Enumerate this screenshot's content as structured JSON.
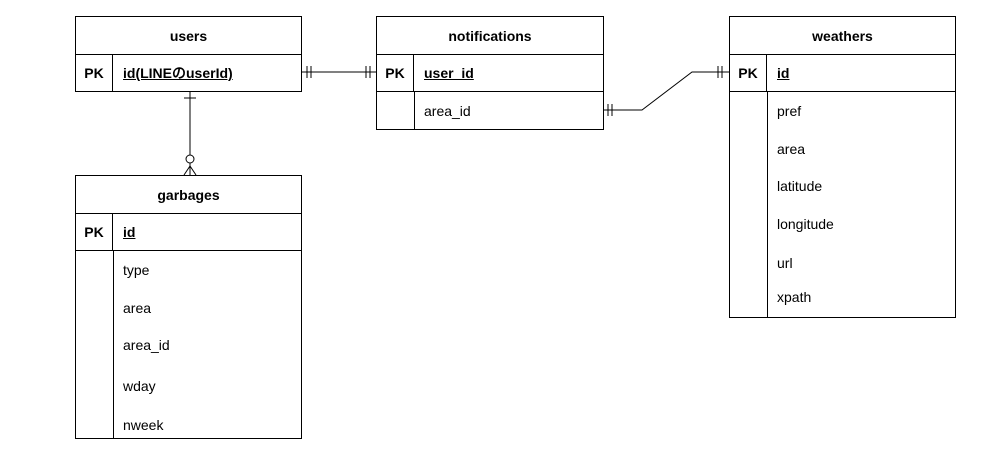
{
  "pk_label": "PK",
  "tables": {
    "users": {
      "title": "users",
      "pk": "id(LINEのuserId)",
      "columns": []
    },
    "notifications": {
      "title": "notifications",
      "pk": "user_id",
      "columns": [
        "area_id"
      ]
    },
    "weathers": {
      "title": "weathers",
      "pk": "id",
      "columns": [
        "pref",
        "area",
        "latitude",
        "longitude",
        "url",
        "xpath"
      ]
    },
    "garbages": {
      "title": "garbages",
      "pk": "id",
      "columns": [
        "type",
        "area",
        "area_id",
        "wday",
        "nweek"
      ]
    }
  },
  "relationships": [
    {
      "from": "users",
      "to": "notifications",
      "from_cardinality": "one-and-only-one",
      "to_cardinality": "one-and-only-one"
    },
    {
      "from": "notifications",
      "to": "weathers",
      "from_cardinality": "one-and-only-one",
      "to_cardinality": "one-and-only-one"
    },
    {
      "from": "users",
      "to": "garbages",
      "from_cardinality": "one",
      "to_cardinality": "zero-or-many"
    }
  ]
}
